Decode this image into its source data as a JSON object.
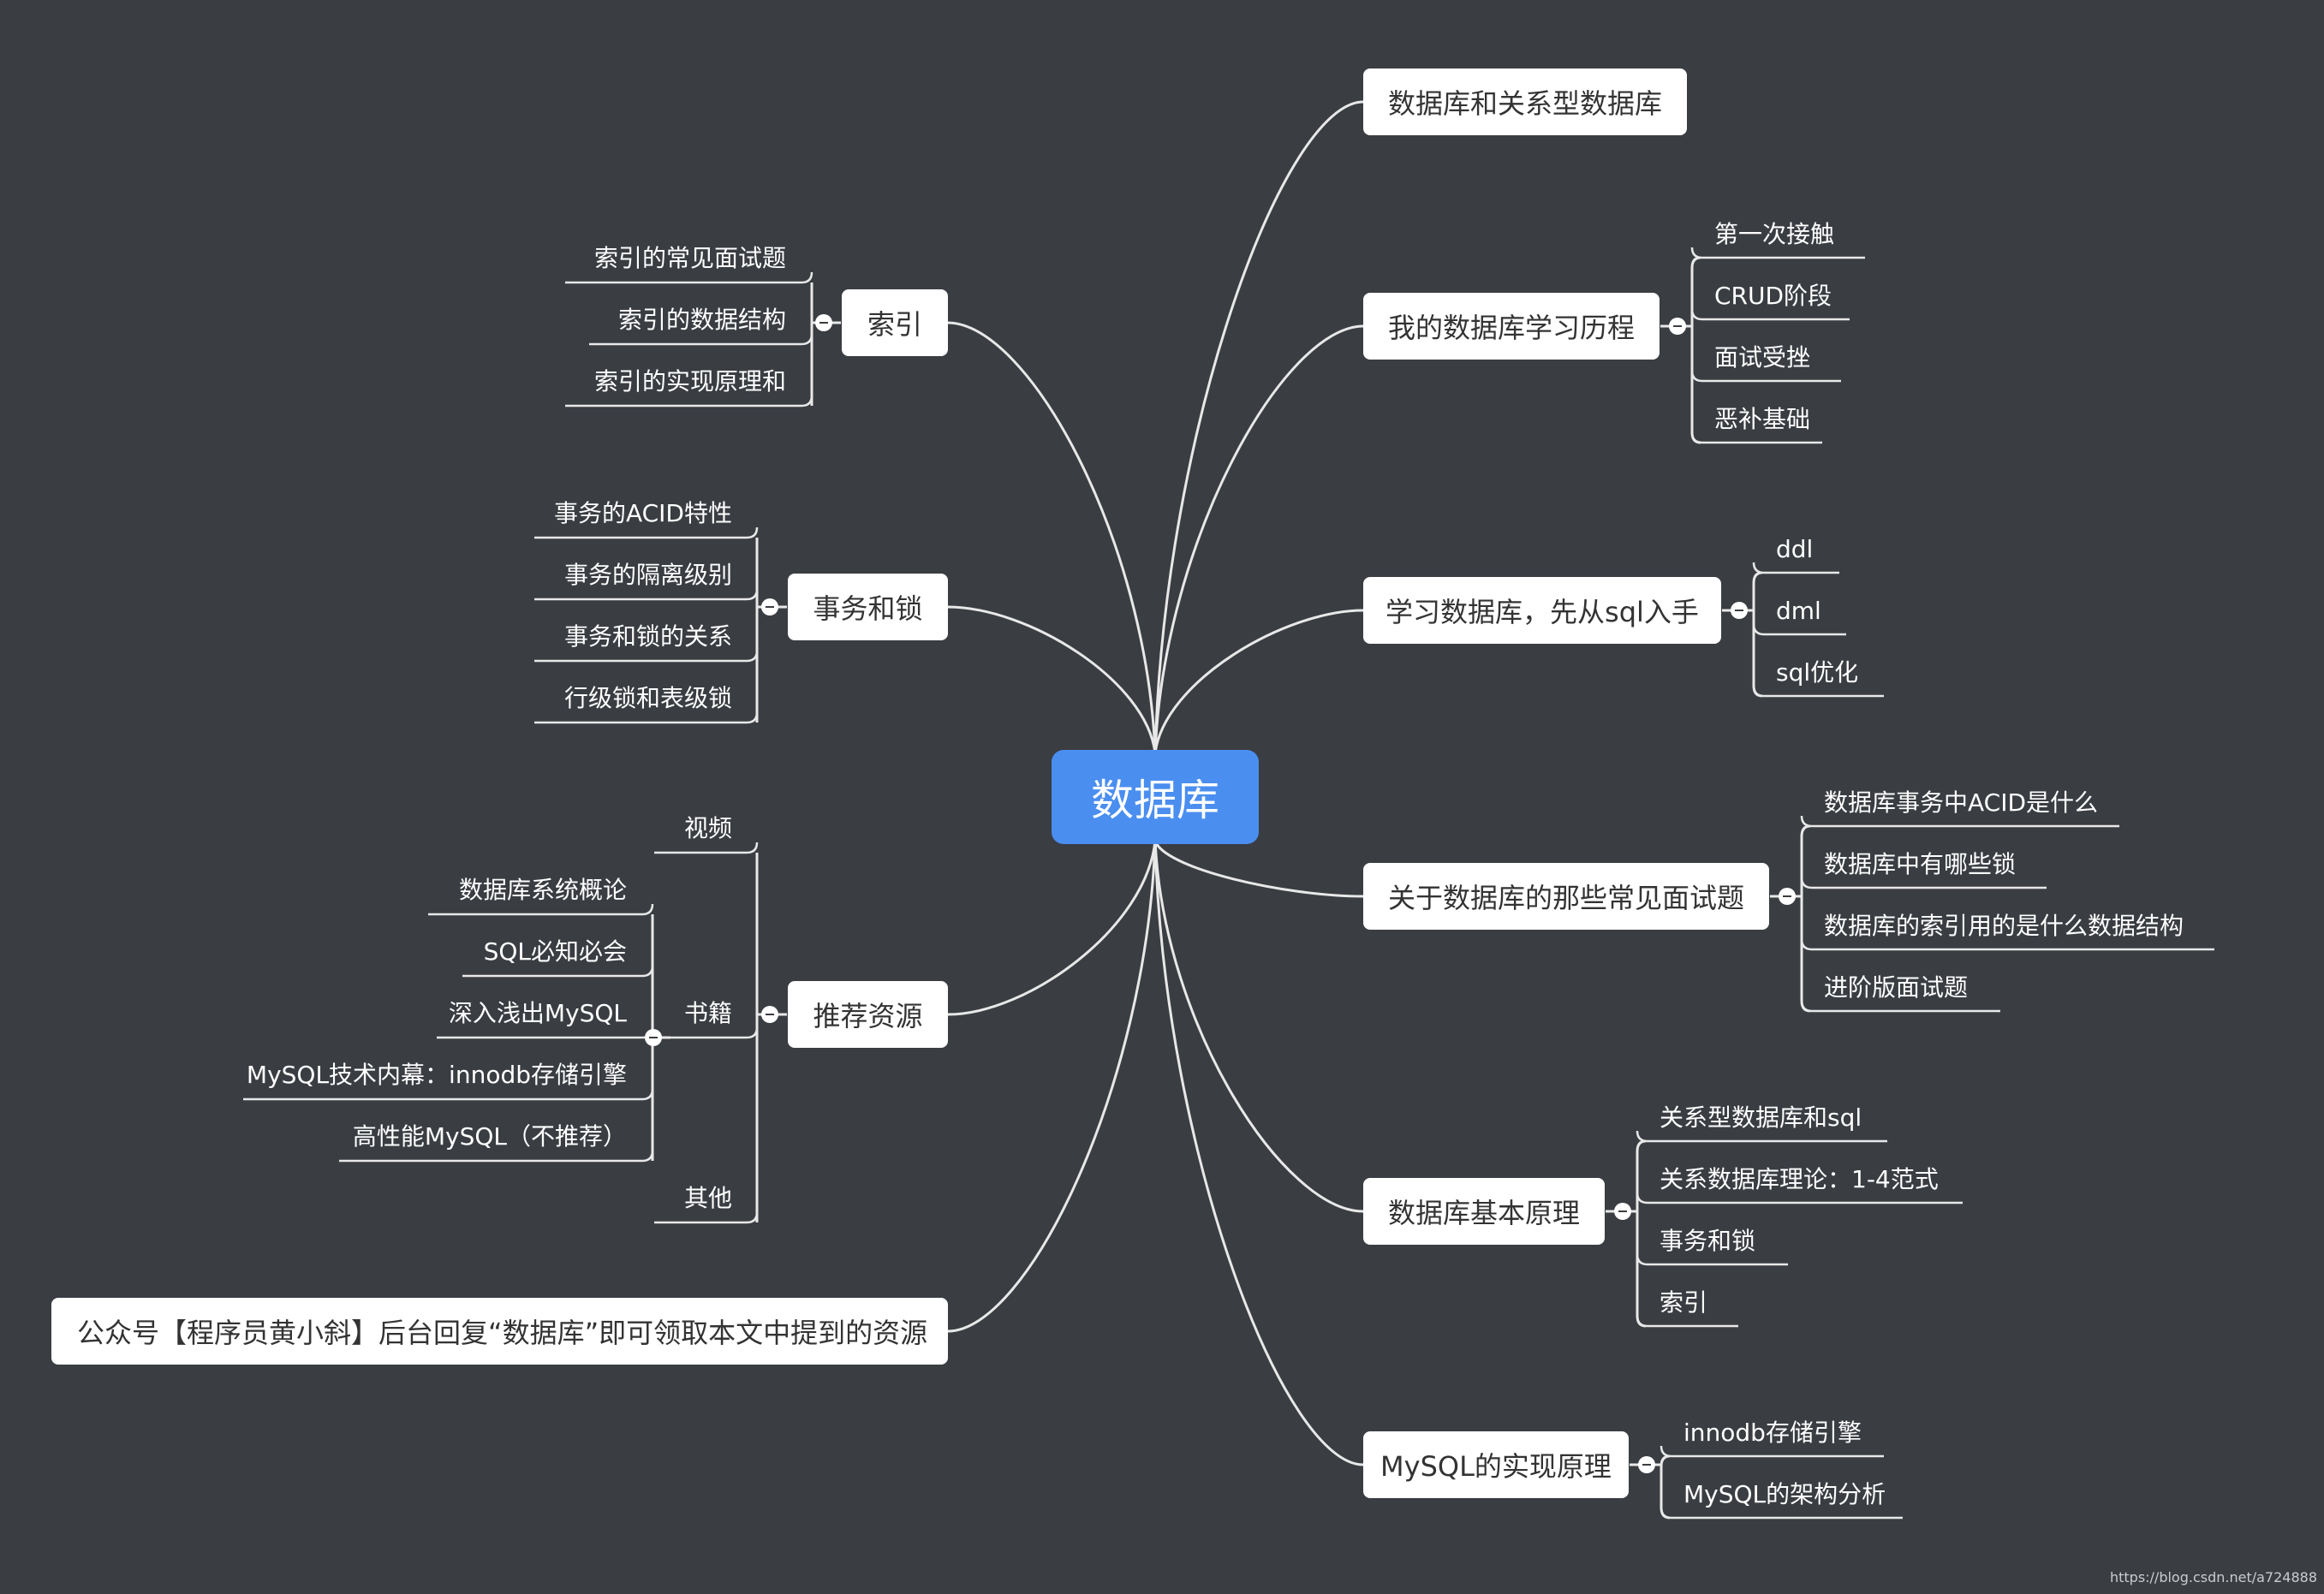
{
  "root": "数据库",
  "right_topics": [
    {
      "label": "数据库和关系型数据库",
      "children": []
    },
    {
      "label": "我的数据库学习历程",
      "children": [
        "第一次接触",
        "CRUD阶段",
        "面试受挫",
        "恶补基础"
      ]
    },
    {
      "label": "学习数据库，先从sql入手",
      "children": [
        "ddl",
        "dml",
        "sql优化"
      ]
    },
    {
      "label": "关于数据库的那些常见面试题",
      "children": [
        "数据库事务中ACID是什么",
        "数据库中有哪些锁",
        "数据库的索引用的是什么数据结构",
        "进阶版面试题"
      ]
    },
    {
      "label": "数据库基本原理",
      "children": [
        "关系型数据库和sql",
        "关系数据库理论：1-4范式",
        "事务和锁",
        "索引"
      ]
    },
    {
      "label": "MySQL的实现原理",
      "children": [
        "innodb存储引擎",
        "MySQL的架构分析"
      ]
    }
  ],
  "left_topics": [
    {
      "label": "索引",
      "children": [
        "索引的常见面试题",
        "索引的数据结构",
        "索引的实现原理和"
      ]
    },
    {
      "label": "事务和锁",
      "children": [
        "事务的ACID特性",
        "事务的隔离级别",
        "事务和锁的关系",
        "行级锁和表级锁"
      ]
    },
    {
      "label": "推荐资源",
      "children": [
        "视频",
        "书籍",
        "其他"
      ],
      "books": [
        "数据库系统概论",
        "SQL必知必会",
        "深入浅出MySQL",
        "MySQL技术内幕：innodb存储引擎",
        "高性能MySQL（不推荐）"
      ]
    },
    {
      "label": "公众号【程序员黄小斜】后台回复“数据库”即可领取本文中提到的资源",
      "children": []
    }
  ],
  "credit": "https://blog.csdn.net/a724888",
  "colors": {
    "background": "#3a3d42",
    "root": "#4a8ef0",
    "line": "#e8e8e8"
  }
}
